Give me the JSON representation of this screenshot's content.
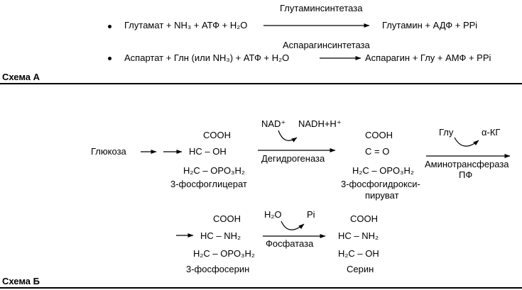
{
  "scheme_a": {
    "title": "Схема А",
    "r1": {
      "enzyme": "Глутаминсинтетаза",
      "left": "Глутамат  +  NH₃ + АТФ + H₂O",
      "right": "Глутамин  + АДФ + PPi"
    },
    "r2": {
      "enzyme": "Аспарагинсинтетаза",
      "left": "Аспартат + Глн (или NH₃) + АТФ  +  H₂O",
      "right": "Аспарагин + Глу + АМФ + PPi"
    }
  },
  "scheme_b": {
    "title": "Схема Б",
    "glucose": "Глюкоза",
    "m1": {
      "l1": "COOH",
      "l2": "HC – OH",
      "l3": "H₂C – OPO₃H₂",
      "name": "3-фосфоглицерат"
    },
    "step1": {
      "top_left": "NAD⁺",
      "top_right": "NADH+H⁺",
      "enzyme": "Дегидрогеназа"
    },
    "m2": {
      "l1": "COOH",
      "l2": "C = O",
      "l3": "H₂C – OPO₃H₂",
      "name1": "3-фосфогидрокси-",
      "name2": "пируват"
    },
    "step2": {
      "top_left": "Глу",
      "top_right": "α-КГ",
      "enzyme1": "Аминотрансфераза",
      "enzyme2": "ПФ"
    },
    "m3": {
      "l1": "COOH",
      "l2": "HC – NH₂",
      "l3": "H₂C – OPO₃H₂",
      "name": "3-фосфосерин"
    },
    "step3": {
      "top_left": "H₂O",
      "top_right": "Pi",
      "enzyme": "Фосфатаза"
    },
    "m4": {
      "l1": "COOH",
      "l2": "HC – NH₂",
      "l3": "H₂C – OH",
      "name": "Серин"
    }
  }
}
